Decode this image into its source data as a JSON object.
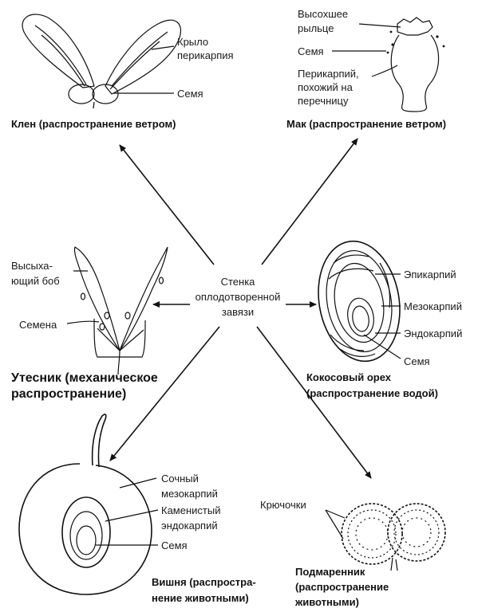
{
  "center": {
    "line1": "Стенка",
    "line2": "оплодотворенной",
    "line3": "завязи"
  },
  "maple": {
    "labels": {
      "wing1": "Крыло",
      "wing2": "перикарпия",
      "seed": "Семя"
    },
    "caption": "Клен (распространение ветром)"
  },
  "poppy": {
    "labels": {
      "stigma1": "Высохшее",
      "stigma2": "рыльце",
      "seed": "Семя",
      "peri1": "Перикарпий,",
      "peri2": "похожий на",
      "peri3": "перечницу"
    },
    "caption": "Мак (распространение ветром)"
  },
  "gorse": {
    "labels": {
      "pod1": "Высыха-",
      "pod2": "ющий боб",
      "seeds": "Семена"
    },
    "caption1": "Утесник (механическое",
    "caption2": "распространение)"
  },
  "coconut": {
    "labels": {
      "epi": "Эпикарпий",
      "meso": "Мезокарпий",
      "endo": "Эндокарпий",
      "seed": "Семя"
    },
    "caption1": "Кокосовый орех",
    "caption2": "(распространение водой)"
  },
  "cherry": {
    "labels": {
      "meso1": "Сочный",
      "meso2": "мезокарпий",
      "endo1": "Каменистый",
      "endo2": "эндокарпий",
      "seed": "Семя"
    },
    "caption1": "Вишня (распростра-",
    "caption2": "нение животными)"
  },
  "bedstraw": {
    "labels": {
      "hooks": "Крючочки"
    },
    "caption1": "Подмаренник",
    "caption2": "(распространение",
    "caption3": "животными)"
  }
}
